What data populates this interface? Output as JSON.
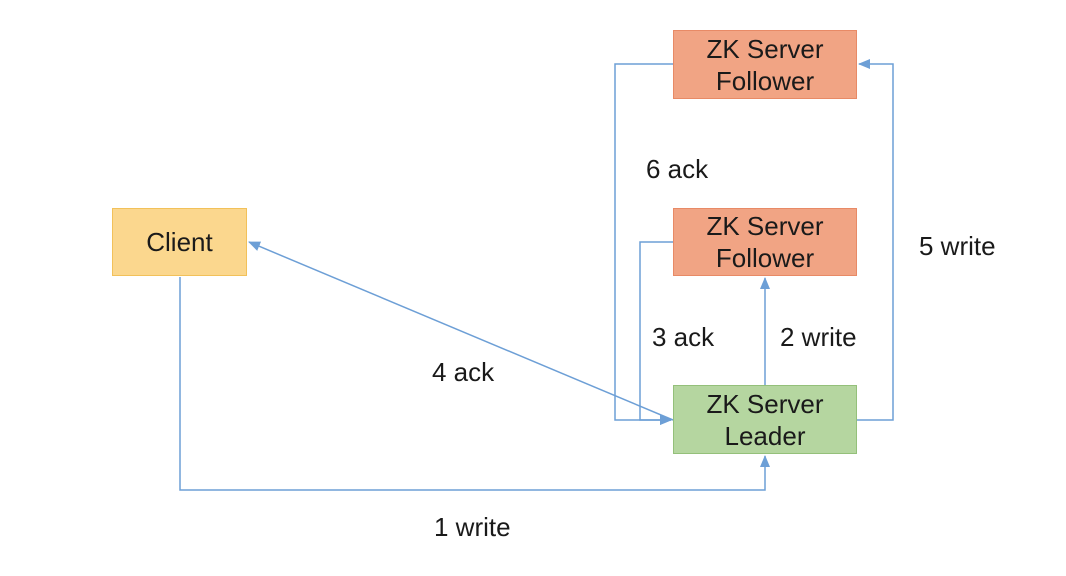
{
  "colors": {
    "client_fill": "#fbd78e",
    "client_border": "#f2c15a",
    "follower_fill": "#f1a484",
    "follower_border": "#e88a66",
    "leader_fill": "#b5d6a0",
    "leader_border": "#94c07a",
    "edge": "#6d9fd6"
  },
  "nodes": {
    "client": {
      "lines": [
        "Client"
      ]
    },
    "follower_top": {
      "lines": [
        "ZK Server",
        "Follower"
      ]
    },
    "follower_middle": {
      "lines": [
        "ZK Server",
        "Follower"
      ]
    },
    "leader": {
      "lines": [
        "ZK Server",
        "Leader"
      ]
    }
  },
  "edges": [
    {
      "id": "e1",
      "from": "client",
      "to": "leader",
      "label": "1 write"
    },
    {
      "id": "e2",
      "from": "leader",
      "to": "follower_middle",
      "label": "2 write"
    },
    {
      "id": "e3",
      "from": "follower_middle",
      "to": "leader",
      "label": "3 ack"
    },
    {
      "id": "e4",
      "from": "leader",
      "to": "client",
      "label": "4 ack"
    },
    {
      "id": "e5",
      "from": "leader",
      "to": "follower_top",
      "label": "5 write"
    },
    {
      "id": "e6",
      "from": "follower_top",
      "to": "leader",
      "label": "6 ack"
    }
  ]
}
